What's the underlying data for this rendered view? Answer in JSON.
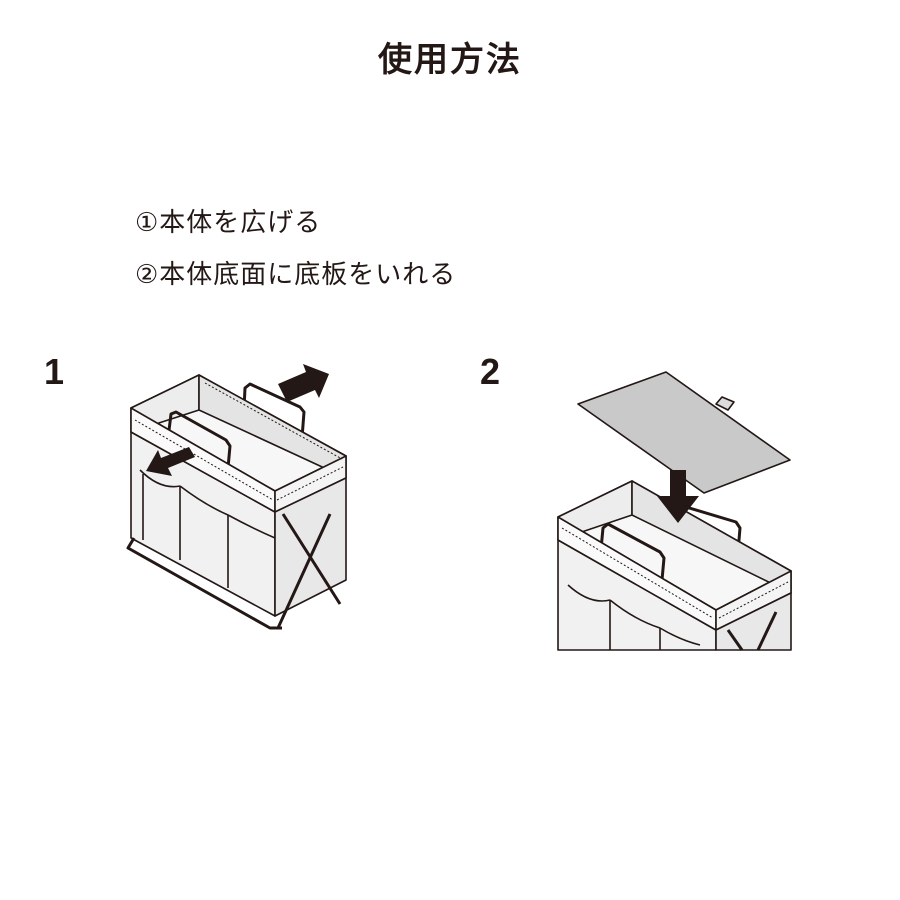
{
  "title": "使用方法",
  "instructions": [
    "①本体を広げる",
    "②本体底面に底板をいれる"
  ],
  "steps": [
    {
      "number": "1"
    },
    {
      "number": "2"
    }
  ],
  "colors": {
    "ink": "#231815",
    "fabric": "#eeeeee",
    "board": "#c8c8c8",
    "background": "#ffffff"
  }
}
